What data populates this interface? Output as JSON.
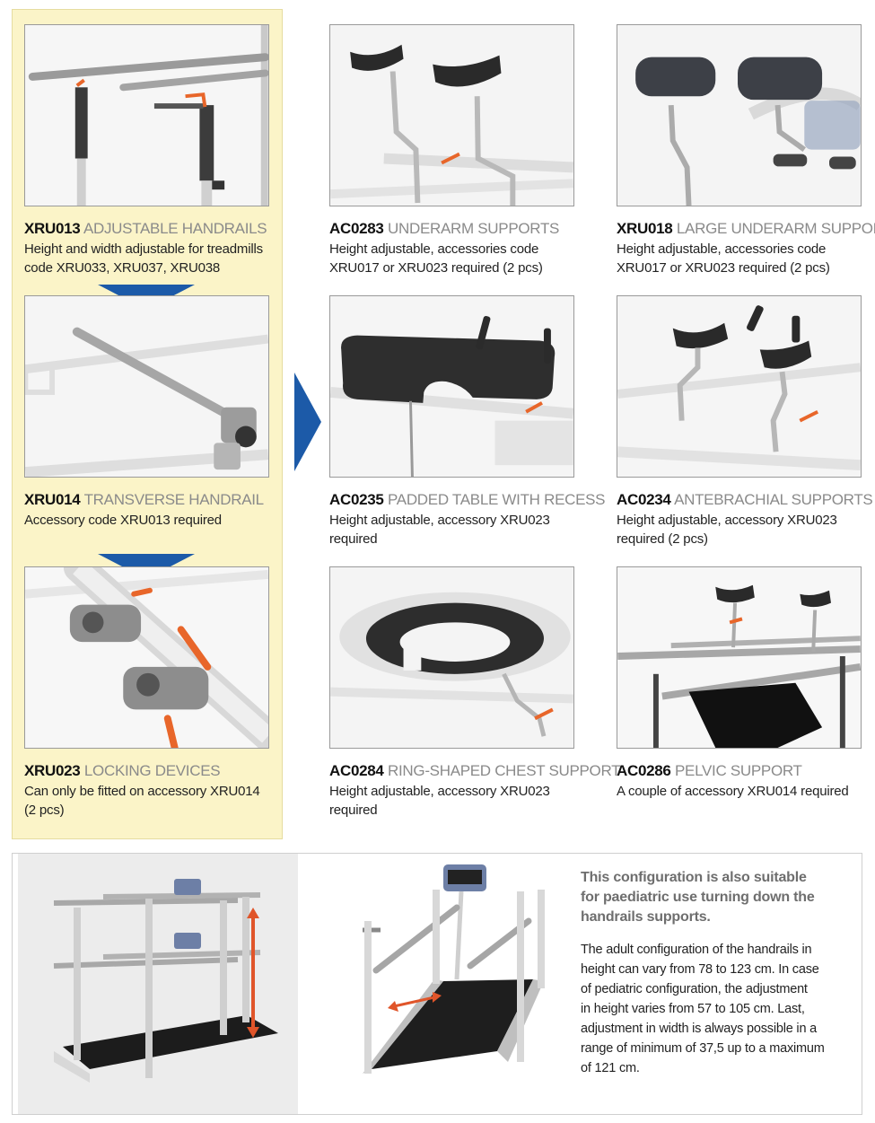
{
  "colors": {
    "panel": "#fbf4c8",
    "arrow": "#1c5aa8",
    "accent_orange": "#e8662a",
    "caption_gray": "#8a8a8a"
  },
  "products": [
    {
      "code": "XRU013",
      "name": "ADJUSTABLE HANDRAILS",
      "desc": [
        "Height and width adjustable for treadmills",
        "code XRU033, XRU037, XRU038"
      ]
    },
    {
      "code": "AC0283",
      "name": "UNDERARM SUPPORTS",
      "desc": [
        "Height adjustable, accessories code",
        "XRU017 or XRU023 required (2 pcs)"
      ]
    },
    {
      "code": "XRU018",
      "name": "LARGE UNDERARM SUPPORTS",
      "desc": [
        "Height adjustable, accessories code",
        "XRU017 or XRU023 required (2 pcs)"
      ]
    },
    {
      "code": "XRU014",
      "name": "TRANSVERSE HANDRAIL",
      "desc": [
        "Accessory code XRU013 required"
      ]
    },
    {
      "code": "AC0235",
      "name": "PADDED TABLE WITH RECESS",
      "desc": [
        "Height adjustable, accessory XRU023",
        "required"
      ]
    },
    {
      "code": "AC0234",
      "name": "ANTEBRACHIAL SUPPORTS",
      "desc": [
        "Height adjustable, accessory XRU023",
        "required (2 pcs)"
      ]
    },
    {
      "code": "XRU023",
      "name": "LOCKING DEVICES",
      "desc": [
        "Can only be fitted on accessory XRU014",
        "(2 pcs)"
      ]
    },
    {
      "code": "AC0284",
      "name": "RING-SHAPED CHEST SUPPORT",
      "desc": [
        "Height adjustable, accessory XRU023",
        "required"
      ]
    },
    {
      "code": "AC0286",
      "name": "PELVIC SUPPORT",
      "desc": [
        "A couple of accessory XRU014 required"
      ]
    }
  ],
  "bottom": {
    "lead": [
      "This configuration is also suitable",
      "for paediatric use turning down the",
      "handrails supports."
    ],
    "body": [
      "The adult configuration of the handrails in",
      "height can vary from 78 to 123 cm. In case",
      "of pediatric configuration, the adjustment",
      "in height varies from 57 to 105 cm. Last,",
      "adjustment in width is always possible in a",
      "range of minimum of 37,5 up to a maximum",
      "of 121 cm."
    ]
  }
}
